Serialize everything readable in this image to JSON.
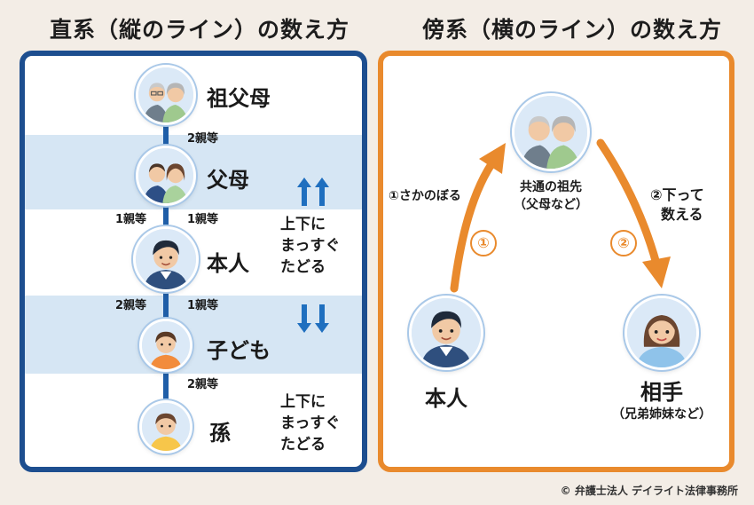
{
  "titles": {
    "lineal": "直系（縦のライン）の数え方",
    "collateral": "傍系（横のライン）の数え方"
  },
  "lineal": {
    "nodes": [
      {
        "label": "祖父母",
        "icon": "grandparents-icon"
      },
      {
        "label": "父母",
        "icon": "parents-icon"
      },
      {
        "label": "本人",
        "icon": "self-icon"
      },
      {
        "label": "子ども",
        "icon": "child-icon"
      },
      {
        "label": "孫",
        "icon": "grandchild-icon"
      }
    ],
    "degrees": {
      "grandparents_right": "2親等",
      "parents_left": "1親等",
      "parents_right": "1親等",
      "child_left": "2親等",
      "child_right": "1親等",
      "grandchild_right": "2親等"
    },
    "notes": {
      "up": [
        "上下に",
        "まっすぐ",
        "たどる"
      ],
      "down": [
        "上下に",
        "まっすぐ",
        "たどる"
      ]
    }
  },
  "collateral": {
    "ancestor": {
      "line1": "共通の祖先",
      "line2": "（父母など）"
    },
    "self": "本人",
    "partner": {
      "line1": "相手",
      "line2": "（兄弟姉妹など）"
    },
    "step1": {
      "num": "①",
      "text": "①さかのぼる"
    },
    "step2": {
      "num": "②",
      "line1": "②下って",
      "line2": "数える"
    }
  },
  "colors": {
    "lineal_border": "#1d4e8f",
    "collateral_border": "#e98a2d",
    "band": "#d6e6f4",
    "connector": "#1f5ea8"
  },
  "copyright": "© 弁護士法人 デイライト法律事務所"
}
